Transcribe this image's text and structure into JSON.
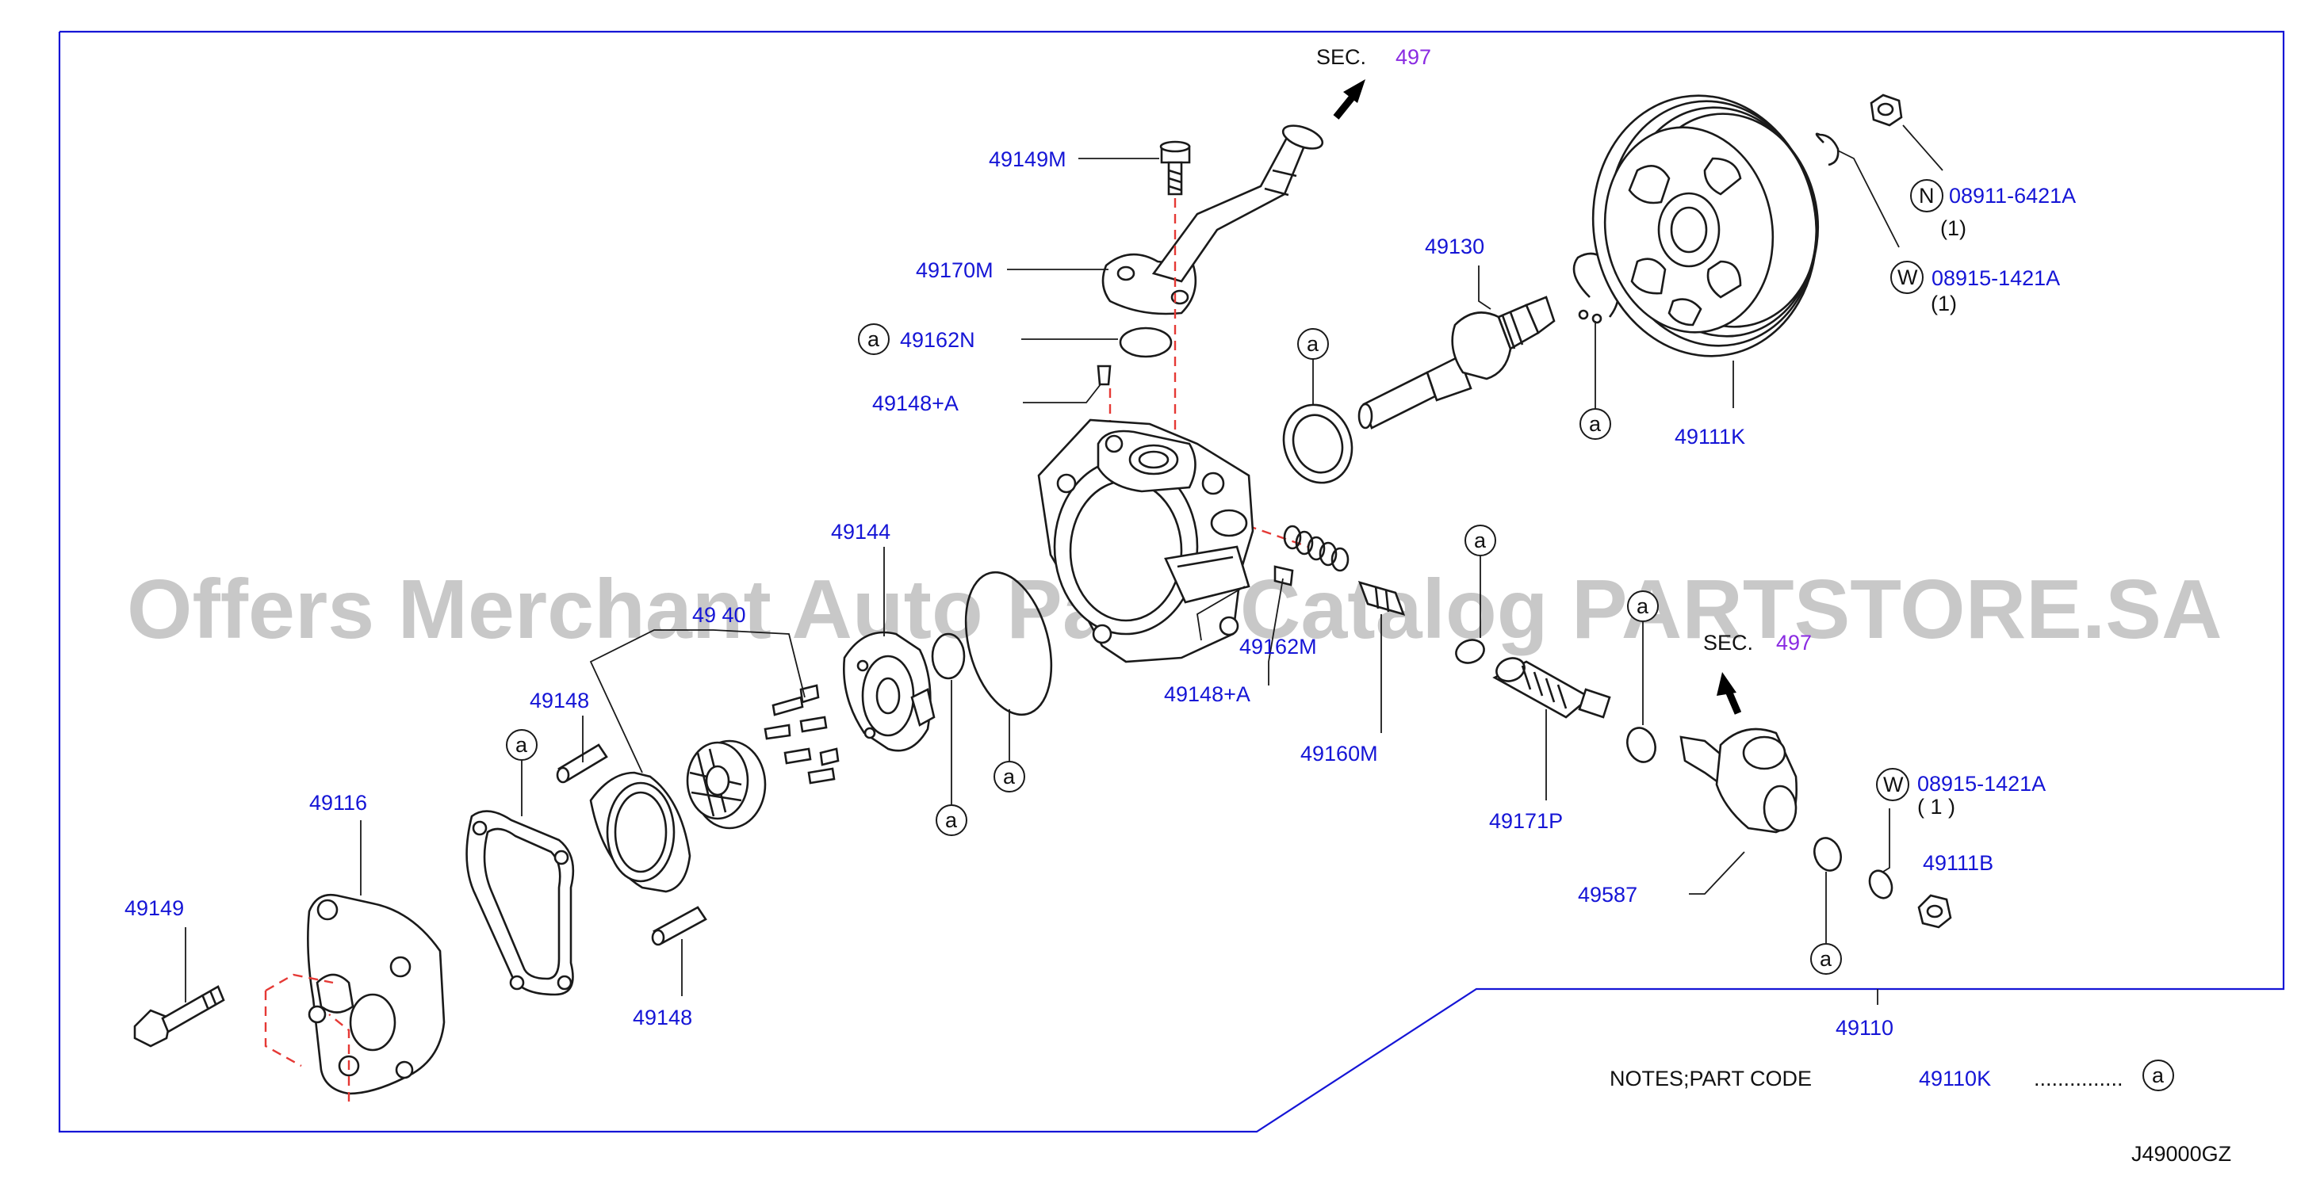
{
  "diagram": {
    "watermark": "Offers Merchant Auto Parts Catalog PARTSTORE.SA",
    "diagram_code": "J49000GZ",
    "sec_top": {
      "prefix": "SEC.",
      "number": "497"
    },
    "sec_right": {
      "prefix": "SEC.",
      "number": "497"
    },
    "labels": {
      "p49149M": "49149M",
      "p49170M": "49170M",
      "p49162N": "49162N",
      "p49148A_top": "49148+A",
      "p49130": "49130",
      "p49111K": "49111K",
      "p08911": "08911-6421A",
      "p08911_qty": "(1)",
      "p08915_top": "08915-1421A",
      "p08915_top_qty": "(1)",
      "p49144": "49144",
      "p49140": "49 40",
      "p49148_upper": "49148",
      "p49162M": "49162M",
      "p49148A_mid": "49148+A",
      "p49160M": "49160M",
      "p49171P": "49171P",
      "p49116": "49116",
      "p49149": "49149",
      "p49148_lower": "49148",
      "p49587": "49587",
      "p08915_right": "08915-1421A",
      "p08915_right_qty": "(     1     )",
      "p49111B": "49111B",
      "p49110": "49110"
    },
    "markers": {
      "a": "a",
      "N": "N",
      "W": "W"
    },
    "notes": {
      "label": "NOTES;PART   CODE",
      "code": "49110K",
      "dots": "..............."
    }
  }
}
